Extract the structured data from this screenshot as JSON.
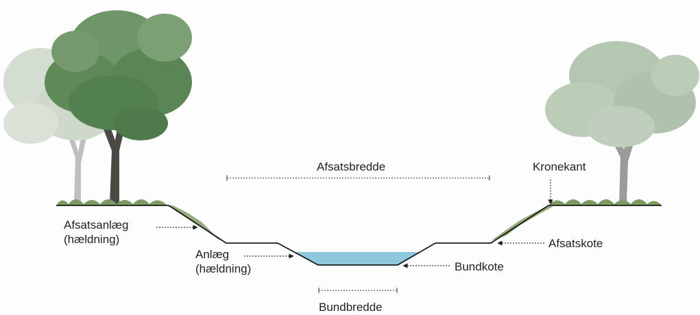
{
  "labels": {
    "afsatsbredde": "Afsatsbredde",
    "kronekant": "Kronekant",
    "afsatsanlaeg_line1": "Afsatsanlæg",
    "afsatsanlaeg_line2": "(hældning)",
    "anlaeg_line1": "Anlæg",
    "anlaeg_line2": "(hældning)",
    "afsatskote": "Afsatskote",
    "bundkote": "Bundkote",
    "bundbredde": "Bundbredde"
  },
  "colors": {
    "water": "#8ec8de",
    "ground_line": "#1a1a1a",
    "tree_canopy": "#5e8a58",
    "tree_canopy_faded": "#a9bda4",
    "grass": "#7d9a60"
  },
  "icons": {
    "tree_left_front": "tree",
    "tree_left_back": "tree",
    "tree_right": "tree"
  }
}
